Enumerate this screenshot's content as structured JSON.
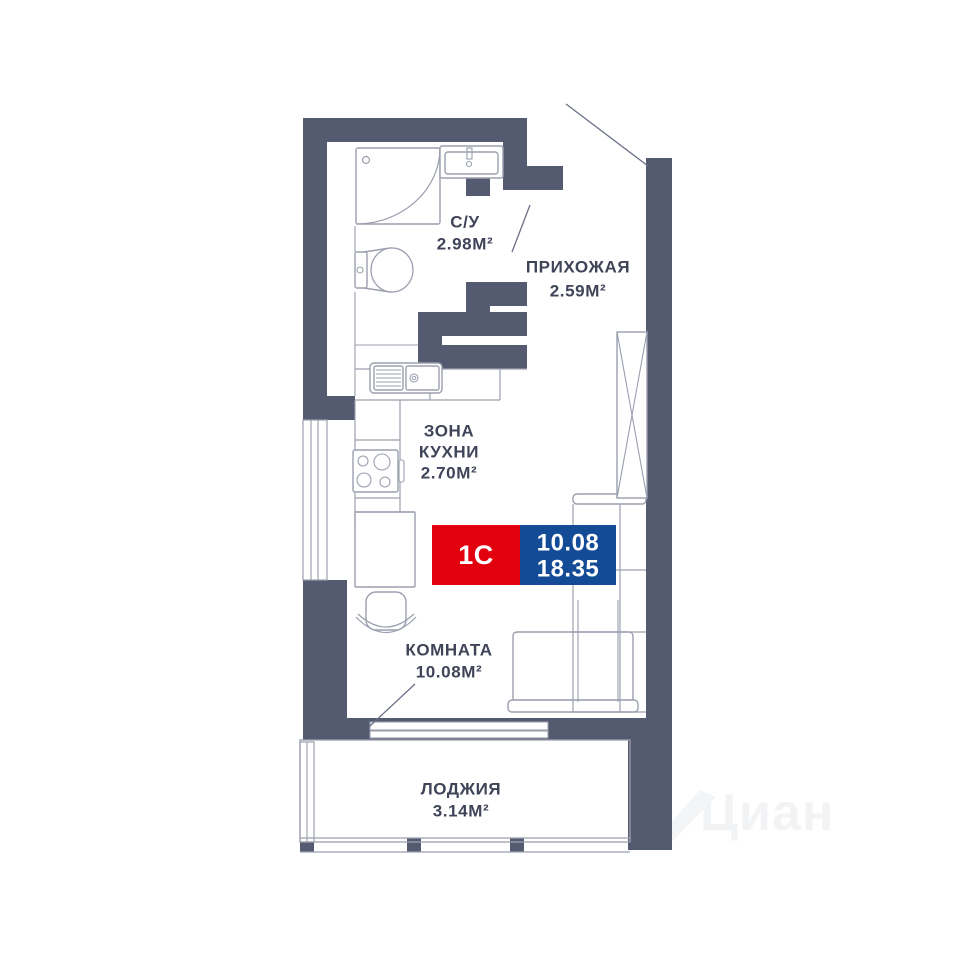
{
  "plan": {
    "badge": {
      "type_label": "1C",
      "living_area": "10.08",
      "total_area": "18.35",
      "red_color": "#e2000f",
      "blue_color": "#144b96"
    },
    "rooms": [
      {
        "key": "bathroom",
        "name": "С/У",
        "area": "2.98М²"
      },
      {
        "key": "hallway",
        "name": "ПРИХОЖАЯ",
        "area": "2.59М²"
      },
      {
        "key": "kitchen",
        "name": "ЗОНА",
        "name2": "КУХНИ",
        "area": "2.70М²"
      },
      {
        "key": "room",
        "name": "КОМНАТА",
        "area": "10.08М²"
      },
      {
        "key": "loggia",
        "name": "ЛОДЖИЯ",
        "area": "3.14М²"
      }
    ],
    "colors": {
      "wall": "#545a70",
      "fixture_stroke": "#9b9fae",
      "text": "#3f4458",
      "background": "#ffffff"
    },
    "watermark": "Циан"
  }
}
